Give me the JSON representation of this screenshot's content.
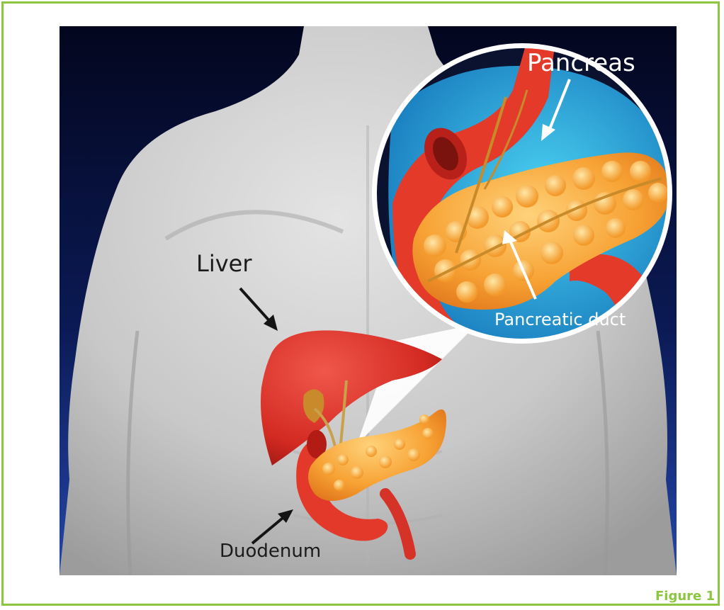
{
  "labels": {
    "pancreas": "Pancreas",
    "liver": "Liver",
    "pancreatic_duct": "Pancreatic duct",
    "duodenum": "Duodenum"
  },
  "caption": "Figure 1",
  "colors": {
    "frame_border": "#8cc63f",
    "caption_text": "#8cc63f",
    "background_dark": "#050a26",
    "background_blue": "#1e3a8c",
    "body_skin": "#c9c9c9",
    "liver": "#d9342b",
    "pancreas": "#f29a2e",
    "duodenum": "#e2392a",
    "inset_background": "#2aa8d8"
  }
}
